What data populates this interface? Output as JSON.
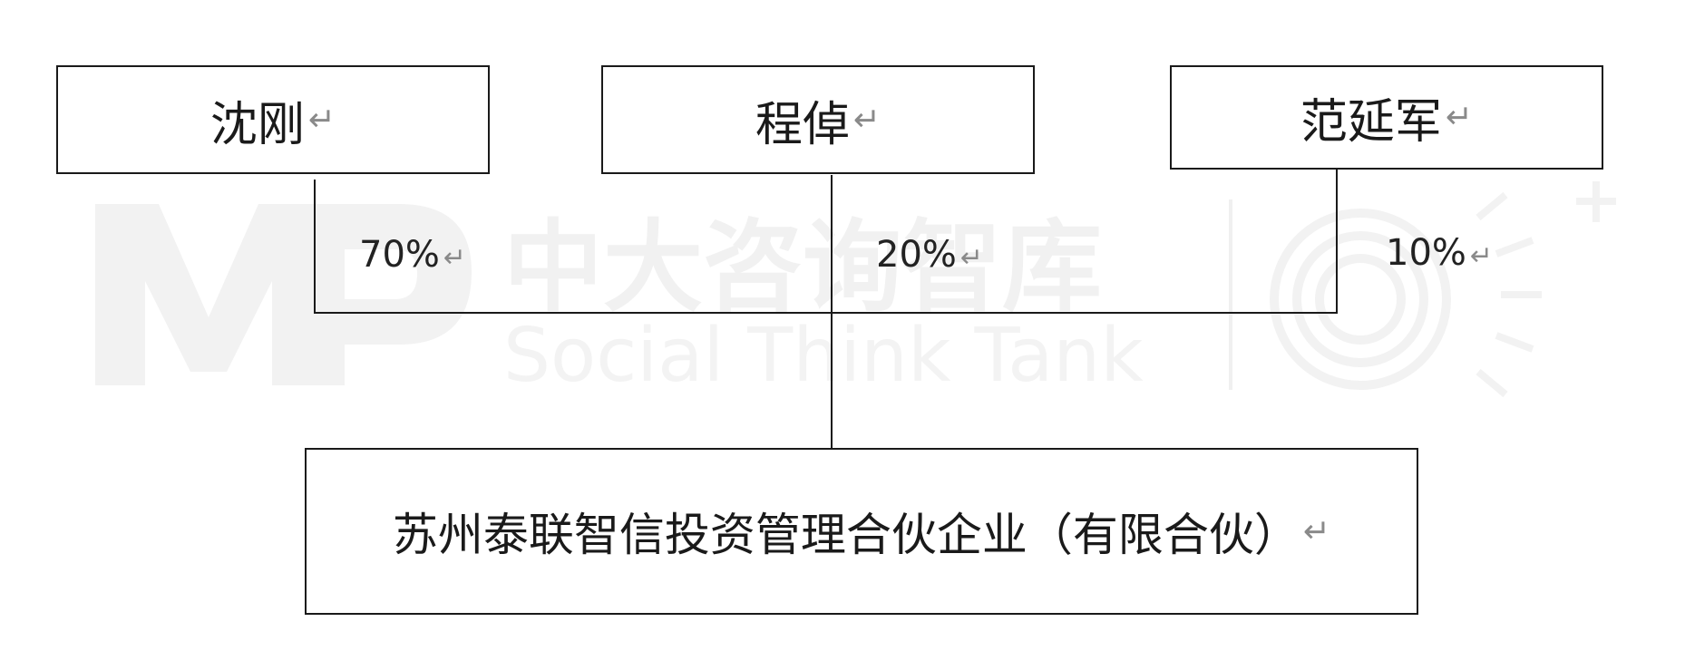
{
  "owners": [
    {
      "name": "沈刚",
      "share": "70%"
    },
    {
      "name": "程倬",
      "share": "20%"
    },
    {
      "name": "范延军",
      "share": "10%"
    }
  ],
  "company": {
    "name": "苏州泰联智信投资管理合伙企业（有限合伙）"
  },
  "paragraph_mark": "↵",
  "watermark": {
    "cn": "中大咨询智库",
    "en": "Social Think Tank",
    "logo_text": "MP"
  }
}
